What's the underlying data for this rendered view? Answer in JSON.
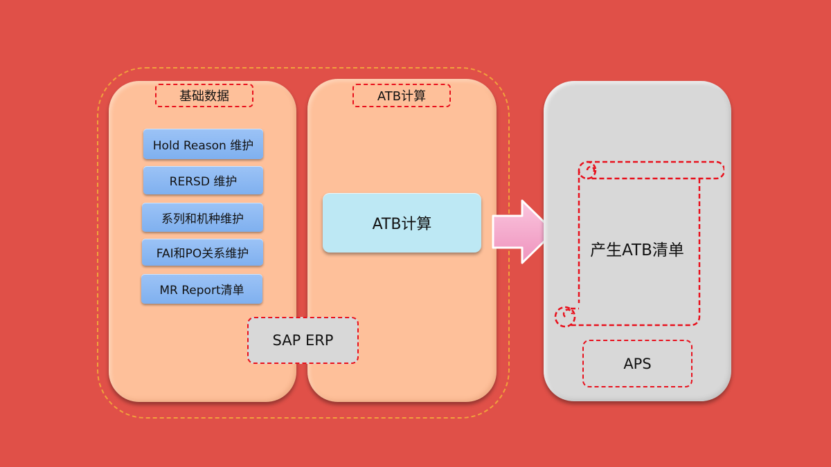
{
  "base_panel": {
    "title": "基础数据",
    "items": [
      "Hold Reason 维护",
      "RERSD 维护",
      "系列和机种维护",
      "FAI和PO关系维护",
      "MR Report清单"
    ]
  },
  "atb_panel": {
    "title": "ATB计算",
    "process_label": "ATB计算"
  },
  "erp_label": "SAP ERP",
  "aps_panel": {
    "output_label": "产生ATB清单",
    "system_label": "APS"
  },
  "colors": {
    "background": "#e05048",
    "panel_peach": "#fec09a",
    "panel_gray": "#d8d8d8",
    "item_blue": "#8fbaf3",
    "atb_box": "#bde8f4",
    "arrow_pink": "#f5a8cc",
    "dashed_red": "#e8101c",
    "dashed_orange": "#f0a23c"
  }
}
